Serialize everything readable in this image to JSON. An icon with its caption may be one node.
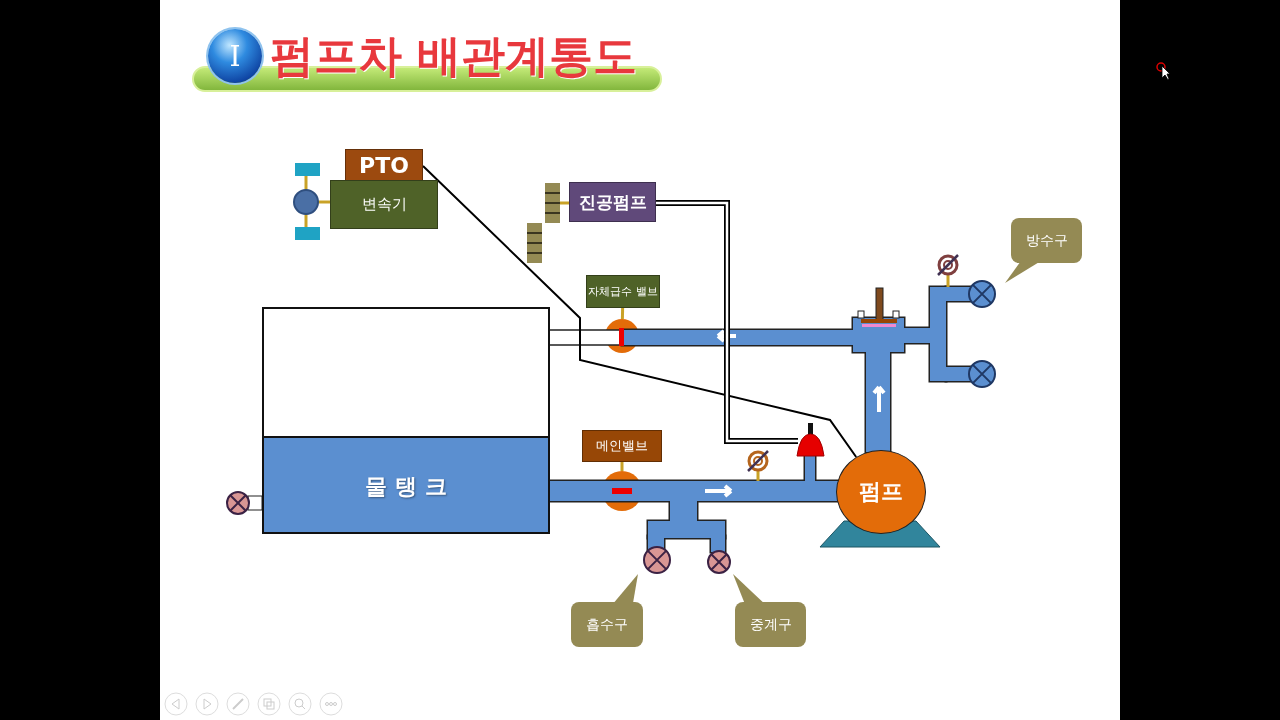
{
  "diagram": {
    "title": "펌프차 배관계통도",
    "nodes": [
      {
        "text": [
          "PTO"
        ]
      },
      {
        "text": [
          "변속기"
        ]
      },
      {
        "text": [
          "진공펌프"
        ]
      },
      {
        "text": [
          "방수구"
        ]
      },
      {
        "text": [
          "자체급수 밸브"
        ]
      },
      {
        "text": [
          "물 탱 크"
        ]
      },
      {
        "text": [],
        "shape": "dome"
      },
      {
        "text": [
          "메인밸브"
        ]
      },
      {
        "text": [
          "펌프"
        ]
      },
      {
        "text": [
          "흡수구"
        ]
      },
      {
        "text": [
          "중계구"
        ]
      },
      {
        "text": [],
        "shape": "circle"
      },
      {
        "text": [],
        "shape": "circle"
      },
      {
        "text": [],
        "shape": "trapezoid"
      }
    ],
    "edges": [
      {
        "from": 0,
        "to": 8,
        "arrow": "none"
      },
      {
        "from": 2,
        "to": 6,
        "arrow": "none",
        "style": "thick"
      },
      {
        "from": 4,
        "to": 11,
        "arrow": "none",
        "color": "#c9a227"
      },
      {
        "from": 7,
        "to": 12,
        "arrow": "none",
        "color": "#c9a227"
      }
    ],
    "labels": [
      "I"
    ]
  }
}
